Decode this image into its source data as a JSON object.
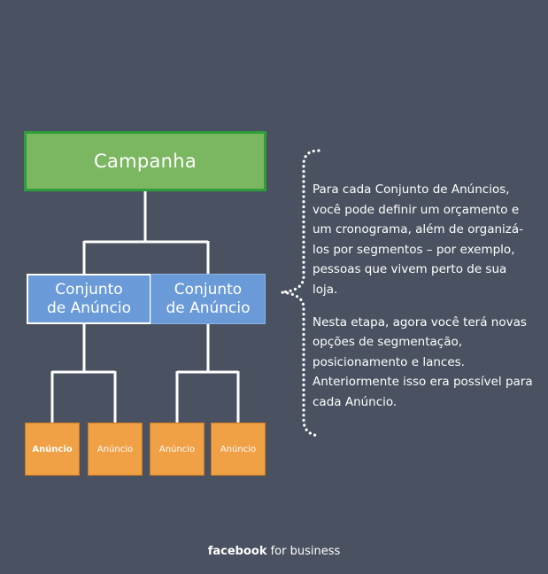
{
  "colors": {
    "background": "#4a5160",
    "campaign_fill": "#7bb661",
    "campaign_border": "#2f9e3a",
    "adset_fill": "#6a9bd8",
    "ad_fill": "#f0a045",
    "connector": "#ffffff",
    "text": "#ffffff"
  },
  "campaign": {
    "label": "Campanha"
  },
  "adsets": [
    {
      "line1": "Conjunto",
      "line2": "de Anúncio"
    },
    {
      "line1": "Conjunto",
      "line2": "de Anúncio"
    }
  ],
  "ads": [
    {
      "label": "Anúncio"
    },
    {
      "label": "Anúncio"
    },
    {
      "label": "Anúncio"
    },
    {
      "label": "Anúncio"
    }
  ],
  "description": {
    "paragraph1": "Para cada Conjunto de Anúncios, você pode definir um orçamento e um cronograma, além de organizá-los por segmentos – por exemplo, pessoas que vivem perto de sua loja.",
    "paragraph2": "Nesta etapa, agora você terá novas opções de segmentação, posicionamento e lances. Anteriormente isso era possível para cada Anúncio."
  },
  "footer": {
    "brand": "facebook",
    "suffix": " for business"
  }
}
